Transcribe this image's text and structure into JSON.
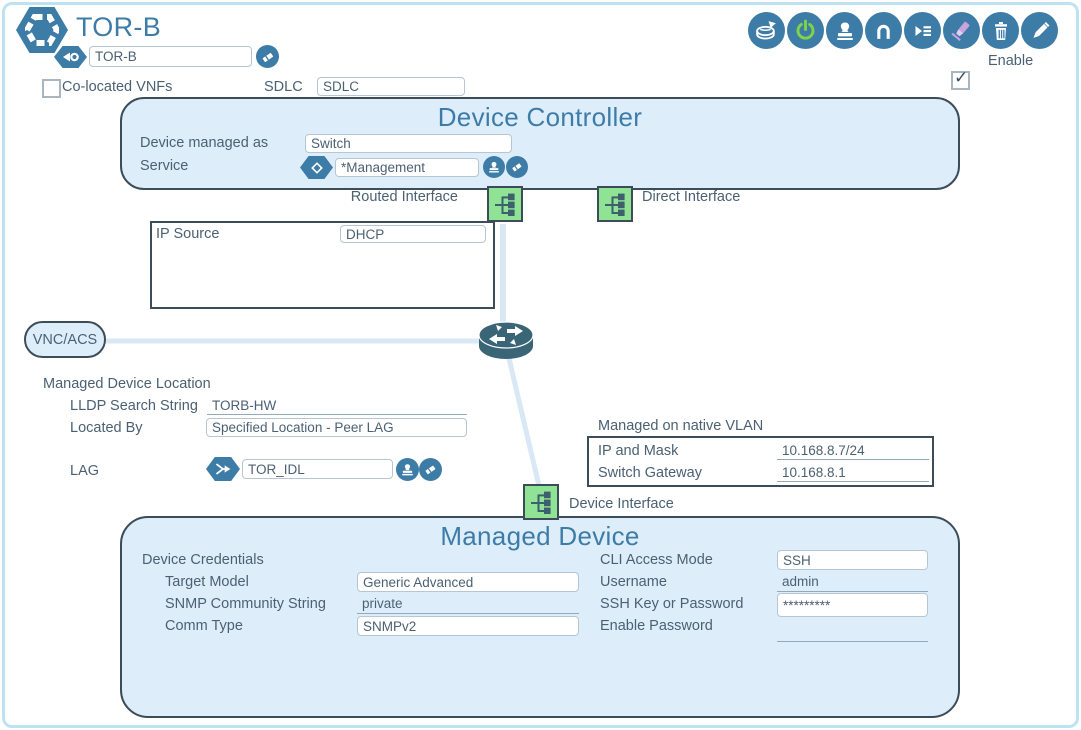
{
  "colors": {
    "accent_blue": "#3e7ca8",
    "panel_fill": "#ddeefa",
    "dark_border": "#3c4c59",
    "interface_green": "#90e295",
    "power_green": "#7ed348",
    "highlighter_purple": "#c9a3dd",
    "connector_blue": "#d9e8f4"
  },
  "header": {
    "title": "TOR-B",
    "name_value": "TOR-B",
    "colocated_label": "Co-located VNFs",
    "colocated_checked": false,
    "sdlc_label": "SDLC",
    "sdlc_value": "SDLC",
    "enable_label": "Enable",
    "enable_checked": true,
    "toolbar_icons": [
      "database-save",
      "power",
      "stamp",
      "arch",
      "list-run",
      "highlighter",
      "trash",
      "pencil"
    ]
  },
  "device_controller": {
    "title": "Device Controller",
    "managed_as_label": "Device managed as",
    "managed_as_value": "Switch",
    "service_label": "Service",
    "service_value": "*Management"
  },
  "interfaces": {
    "routed_label": "Routed Interface",
    "direct_label": "Direct Interface",
    "device_label": "Device Interface"
  },
  "ip_source": {
    "label": "IP Source",
    "value": "DHCP"
  },
  "vnc_acs": {
    "label": "VNC/ACS"
  },
  "location": {
    "heading": "Managed Device Location",
    "lldp_label": "LLDP Search String",
    "lldp_value": "TORB-HW",
    "located_by_label": "Located By",
    "located_by_value": "Specified Location - Peer LAG",
    "lag_label": "LAG",
    "lag_value": "TOR_IDL"
  },
  "vlan": {
    "native_label": "Managed on native VLAN",
    "native_checked": true,
    "ip_mask_label": "IP and Mask",
    "ip_mask_value": "10.168.8.7/24",
    "gateway_label": "Switch Gateway",
    "gateway_value": "10.168.8.1"
  },
  "managed_device": {
    "title": "Managed Device",
    "credentials_heading": "Device Credentials",
    "left_rows": [
      {
        "label": "Target Model",
        "value": "Generic Advanced"
      },
      {
        "label": "SNMP Community String",
        "value": "private"
      },
      {
        "label": "Comm Type",
        "value": "SNMPv2"
      }
    ],
    "right_rows": [
      {
        "label": "CLI Access Mode",
        "value": "SSH"
      },
      {
        "label": "Username",
        "value": "admin"
      },
      {
        "label": "SSH Key or Password",
        "value": "*********"
      },
      {
        "label": "Enable Password",
        "value": ""
      }
    ]
  }
}
